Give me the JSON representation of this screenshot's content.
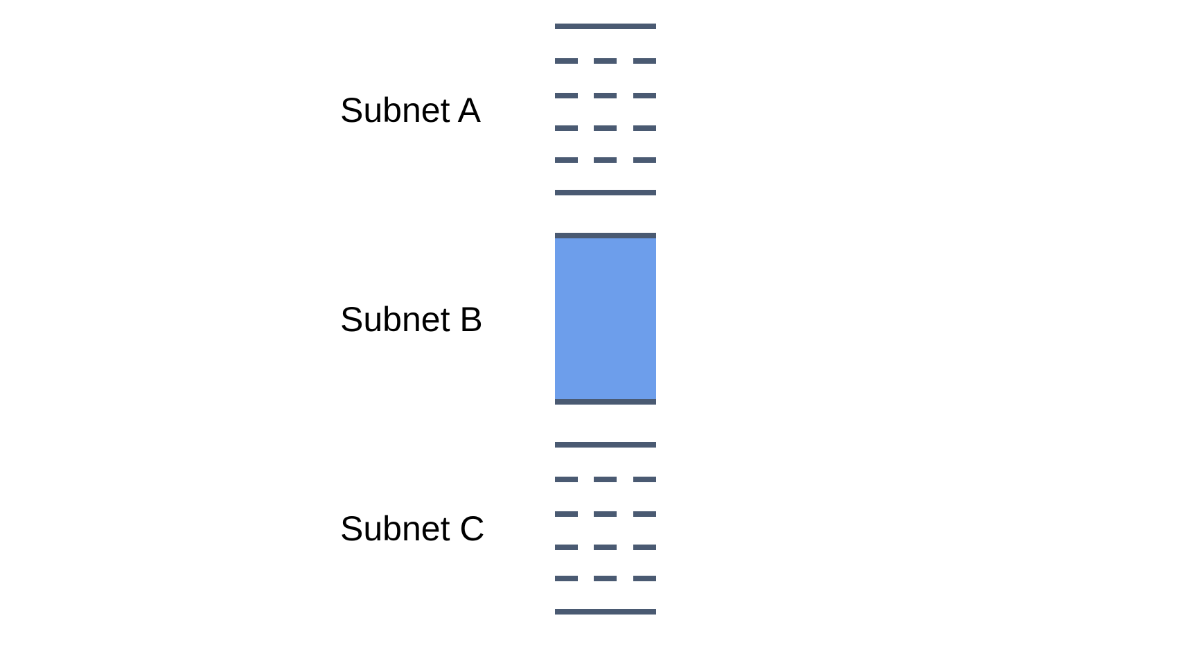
{
  "subnets": [
    {
      "label": "Subnet A",
      "style": "dashed"
    },
    {
      "label": "Subnet B",
      "style": "filled"
    },
    {
      "label": "Subnet C",
      "style": "dashed"
    }
  ],
  "colors": {
    "line": "#4a5a72",
    "fill": "#6d9eeb",
    "text": "#000000",
    "background": "#ffffff"
  }
}
